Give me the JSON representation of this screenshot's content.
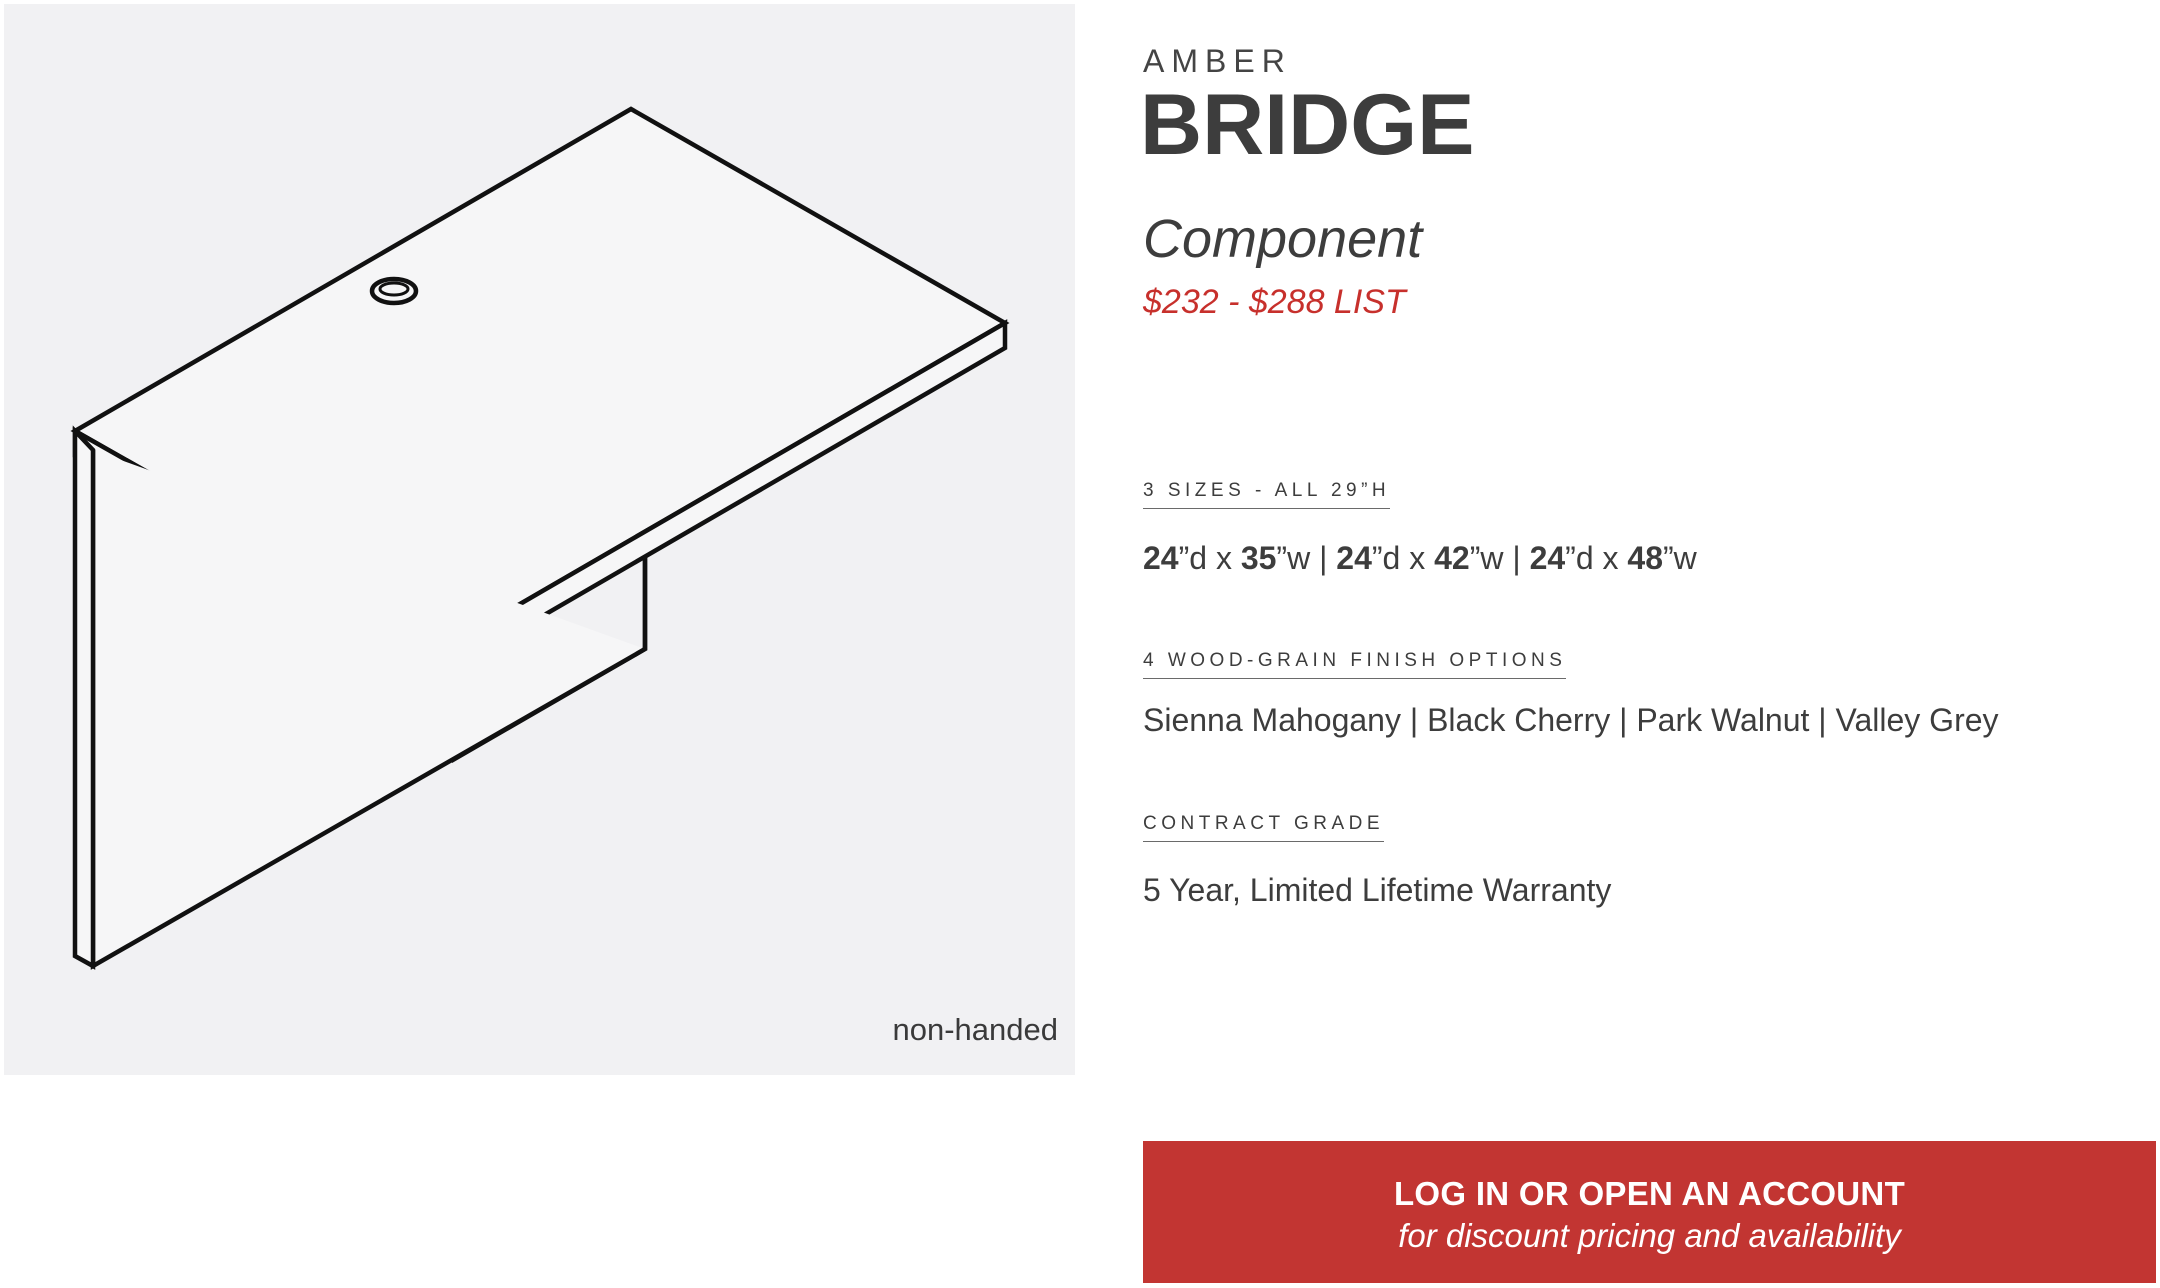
{
  "product": {
    "brand": "AMBER",
    "name": "BRIDGE",
    "type": "Component",
    "price": "$232 - $288 LIST"
  },
  "image": {
    "icon": "desk-bridge-line-drawing",
    "caption": "non-handed"
  },
  "specs": {
    "sizes": {
      "label": "3 SIZES - ALL 29”H",
      "options": [
        {
          "d": "24",
          "w": "35"
        },
        {
          "d": "24",
          "w": "42"
        },
        {
          "d": "24",
          "w": "48"
        }
      ],
      "depth_unit": "”d x ",
      "width_unit": "”w",
      "separator": " | "
    },
    "finishes": {
      "label": "4 WOOD-GRAIN FINISH OPTIONS",
      "value": "Sienna Mahogany | Black Cherry | Park Walnut | Valley Grey"
    },
    "grade": {
      "label": "CONTRACT GRADE",
      "value": "5 Year, Limited Lifetime Warranty"
    }
  },
  "cta": {
    "title": "LOG IN OR OPEN AN ACCOUNT",
    "subtitle": "for discount pricing and availability"
  },
  "colors": {
    "accent": "#c23532",
    "price": "#c7302c",
    "panel": "#f1f1f3",
    "text": "#3d3d3d"
  }
}
